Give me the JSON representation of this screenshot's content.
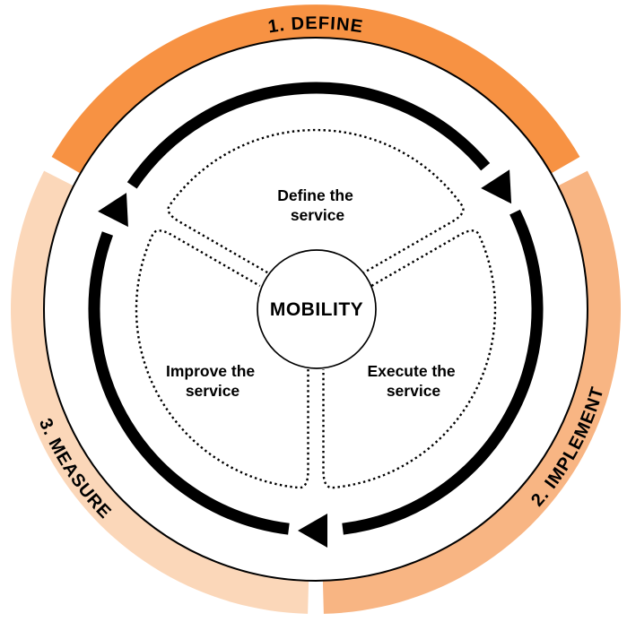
{
  "diagram": {
    "center": {
      "label": "MOBILITY"
    },
    "ring": {
      "segments": [
        {
          "id": "define",
          "label": "1. DEFINE"
        },
        {
          "id": "implement",
          "label": "2. IMPLEMENT"
        },
        {
          "id": "measure",
          "label": "3. MEASURE"
        }
      ]
    },
    "panels": [
      {
        "id": "define",
        "line1": "Define the",
        "line2": "service"
      },
      {
        "id": "execute",
        "line1": "Execute the",
        "line2": "service"
      },
      {
        "id": "improve",
        "line1": "Improve the",
        "line2": "service"
      }
    ],
    "colors": {
      "define": "#F79243",
      "implement": "#F8B583",
      "measure": "#FBD7B9",
      "arrow": "#000000",
      "background": "#FFFFFF",
      "outline": "#000000"
    }
  }
}
